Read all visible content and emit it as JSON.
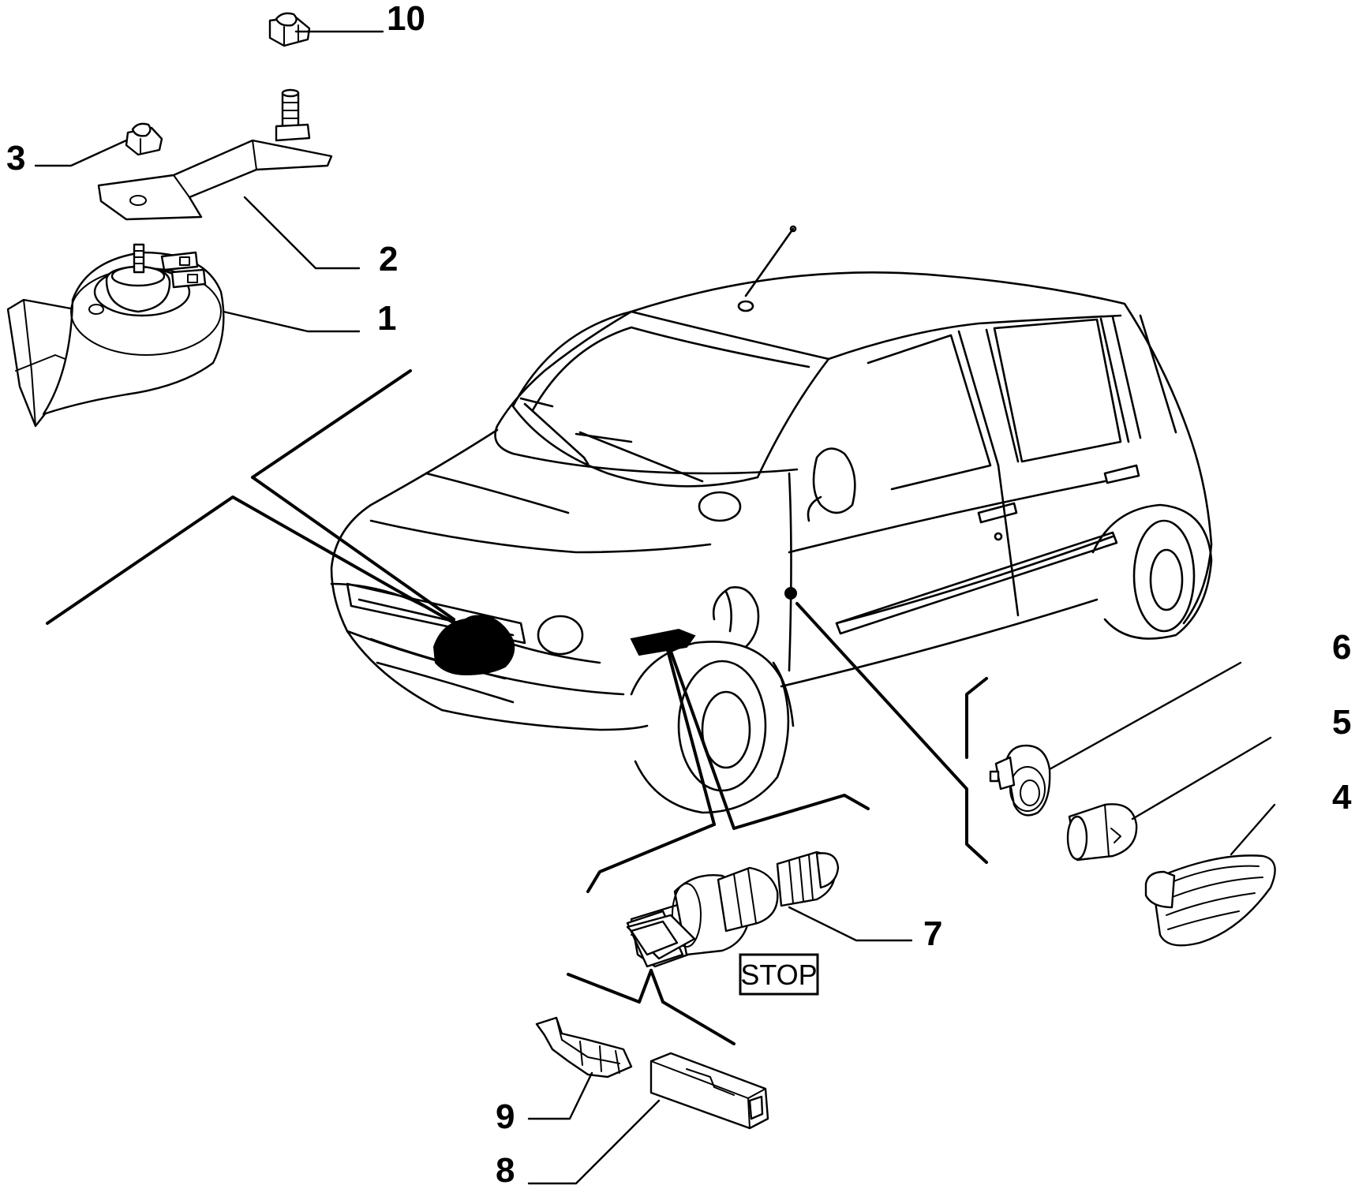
{
  "callouts": [
    {
      "id": "1",
      "label": "1"
    },
    {
      "id": "2",
      "label": "2"
    },
    {
      "id": "3",
      "label": "3"
    },
    {
      "id": "4",
      "label": "4"
    },
    {
      "id": "5",
      "label": "5"
    },
    {
      "id": "6",
      "label": "6"
    },
    {
      "id": "7",
      "label": "7"
    },
    {
      "id": "8",
      "label": "8"
    },
    {
      "id": "9",
      "label": "9"
    },
    {
      "id": "10",
      "label": "10"
    }
  ],
  "stop_badge": "STOP",
  "icons": {
    "vehicle": "car-outline-icon",
    "horn": "horn-icon",
    "bracket": "bracket-icon",
    "nut": "nut-icon",
    "switch": "brake-light-switch-icon",
    "side_lamp": "side-repeater-lamp-icon",
    "bulb": "bulb-icon",
    "bulb_holder": "bulb-holder-icon",
    "connector": "connector-housing-icon",
    "terminal": "terminal-icon"
  }
}
